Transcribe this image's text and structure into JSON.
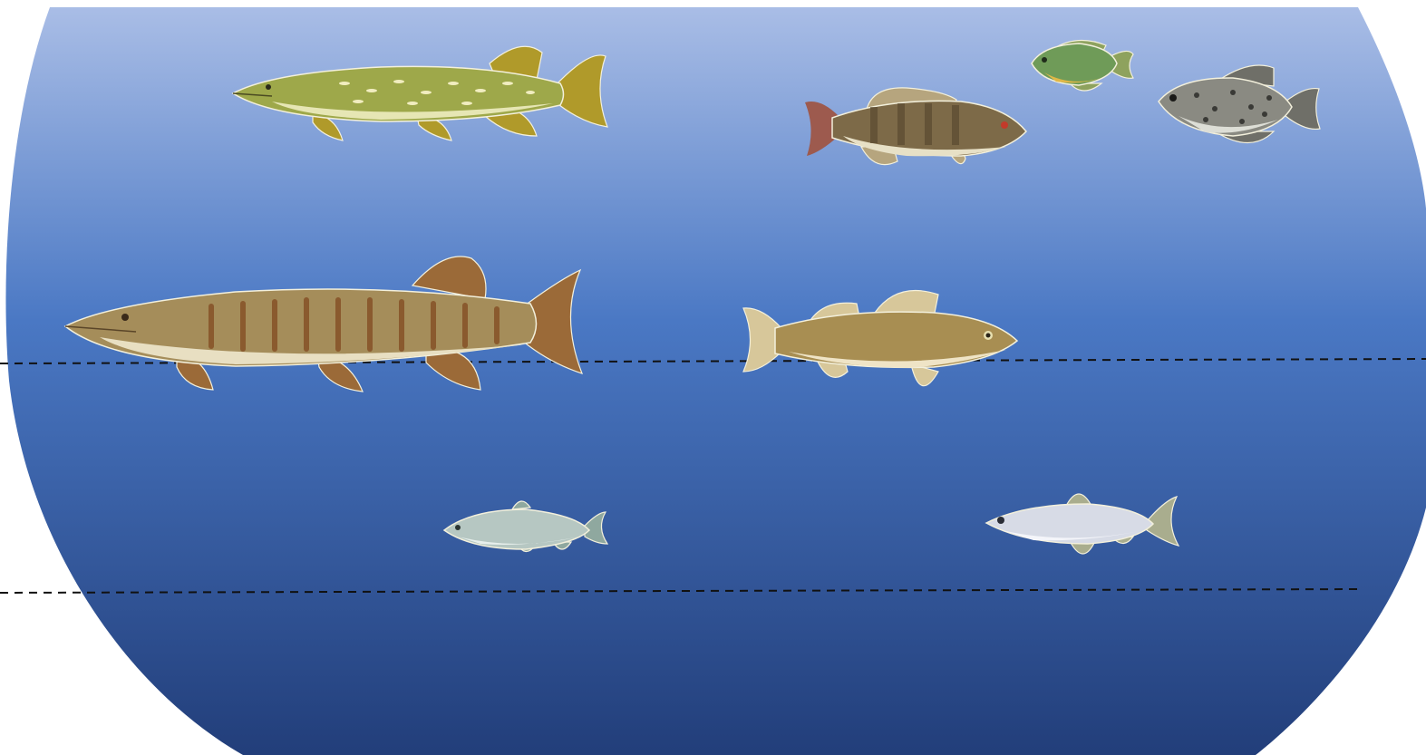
{
  "colors": {
    "background": "#ffffff",
    "water_top": "#a9bde6",
    "water_mid": "#4a78c4",
    "water_bottom": "#223e7a",
    "dashed_line": "#111111"
  },
  "layers": {
    "count": 3,
    "dividers": [
      "depth-divider-upper",
      "depth-divider-lower"
    ]
  },
  "fish": [
    {
      "id": "northern-pike",
      "zone": "upper",
      "body": "#9ea84a",
      "belly": "#e6e6b4",
      "fin": "#b09a2a",
      "spots": "#f1edc0"
    },
    {
      "id": "smallmouth-bass",
      "zone": "upper",
      "body": "#7d6a48",
      "belly": "#e7e0c6",
      "fin": "#b6a57e",
      "tail": "#9d5a4e"
    },
    {
      "id": "bluegill",
      "zone": "upper",
      "body": "#6f9b58",
      "belly": "#e0b746",
      "fin": "#8ea25e"
    },
    {
      "id": "black-crappie",
      "zone": "upper",
      "body": "#8a8a82",
      "belly": "#ddded6",
      "fin": "#6f6f68",
      "spots": "#3a3a36"
    },
    {
      "id": "muskellunge",
      "zone": "middle",
      "body": "#a58d5a",
      "belly": "#e8dfc2",
      "fin": "#9b6a38",
      "spots": "#8a5a2e"
    },
    {
      "id": "walleye",
      "zone": "middle",
      "body": "#a88e52",
      "belly": "#efe4c6",
      "fin": "#d7c79a"
    },
    {
      "id": "cisco-left",
      "zone": "lower",
      "body": "#b6c7c2",
      "belly": "#e7efec",
      "fin": "#8fa89f"
    },
    {
      "id": "cisco-right",
      "zone": "lower",
      "body": "#d7dbe6",
      "belly": "#f4f5fa",
      "fin": "#a9ad8e"
    }
  ]
}
